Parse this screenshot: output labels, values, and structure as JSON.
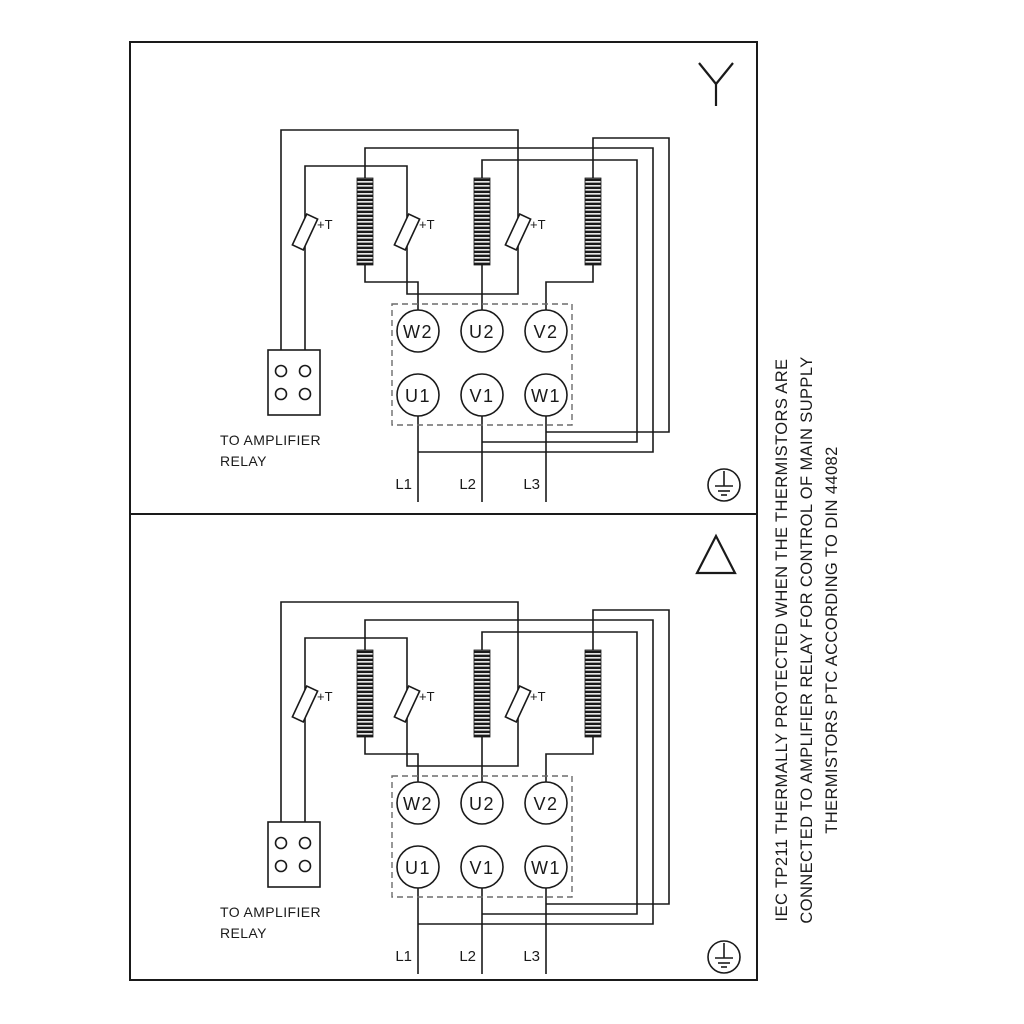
{
  "page": {
    "background_color": "#ffffff",
    "line_color": "#1a1a1a",
    "description": "Motor wiring diagram, star and delta connection, with PTC thermistors"
  },
  "panels": {
    "top": {
      "connection_symbol": "star"
    },
    "bottom": {
      "connection_symbol": "delta"
    }
  },
  "labels": {
    "terminals_top": [
      "W2",
      "U2",
      "V2"
    ],
    "terminals_bottom": [
      "U1",
      "V1",
      "W1"
    ],
    "supply": [
      "L1",
      "L2",
      "L3"
    ],
    "thermistor": "+T",
    "relay_line1": "TO AMPLIFIER",
    "relay_line2": "RELAY"
  },
  "side_note": {
    "line1": "IEC TP211 THERMALLY PROTECTED WHEN THE THERMISTORS ARE",
    "line2": "CONNECTED TO AMPLIFIER RELAY FOR CONTROL OF MAIN SUPPLY",
    "line3": "THERMISTORS PTC ACCORDING TO DIN 44082"
  },
  "icons": {
    "star": "star-connection-icon",
    "delta": "delta-connection-icon",
    "ground": "earth-ground-icon",
    "thermistor": "thermistor-icon",
    "winding": "motor-winding-icon"
  }
}
